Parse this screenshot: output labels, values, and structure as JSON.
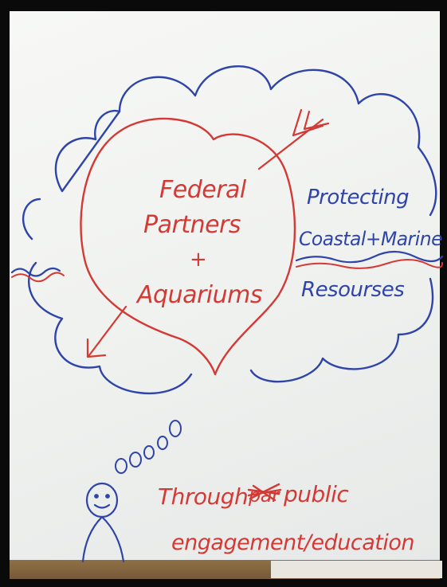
{
  "heart_text": {
    "line1": "Federal",
    "line2": "Partners",
    "line3": "+",
    "line4": "Aquariums"
  },
  "cloud_text": {
    "line1": "Protecting",
    "line2": "Coastal+Marine",
    "line3": "Resourses"
  },
  "bottom_text": {
    "line1_a": "Through",
    "line1_scribble": "par",
    "line1_b": "public",
    "line2": "engagement/education"
  },
  "colors": {
    "red_marker": "#d43a35",
    "blue_marker": "#2f44a8",
    "paper": "#f2f4f2"
  },
  "icons": {
    "cloud": "thought-cloud",
    "heart": "heart-with-arrow",
    "figure": "stick-figure",
    "bubbles": "thought-bubbles",
    "waves": "ocean-waves"
  }
}
